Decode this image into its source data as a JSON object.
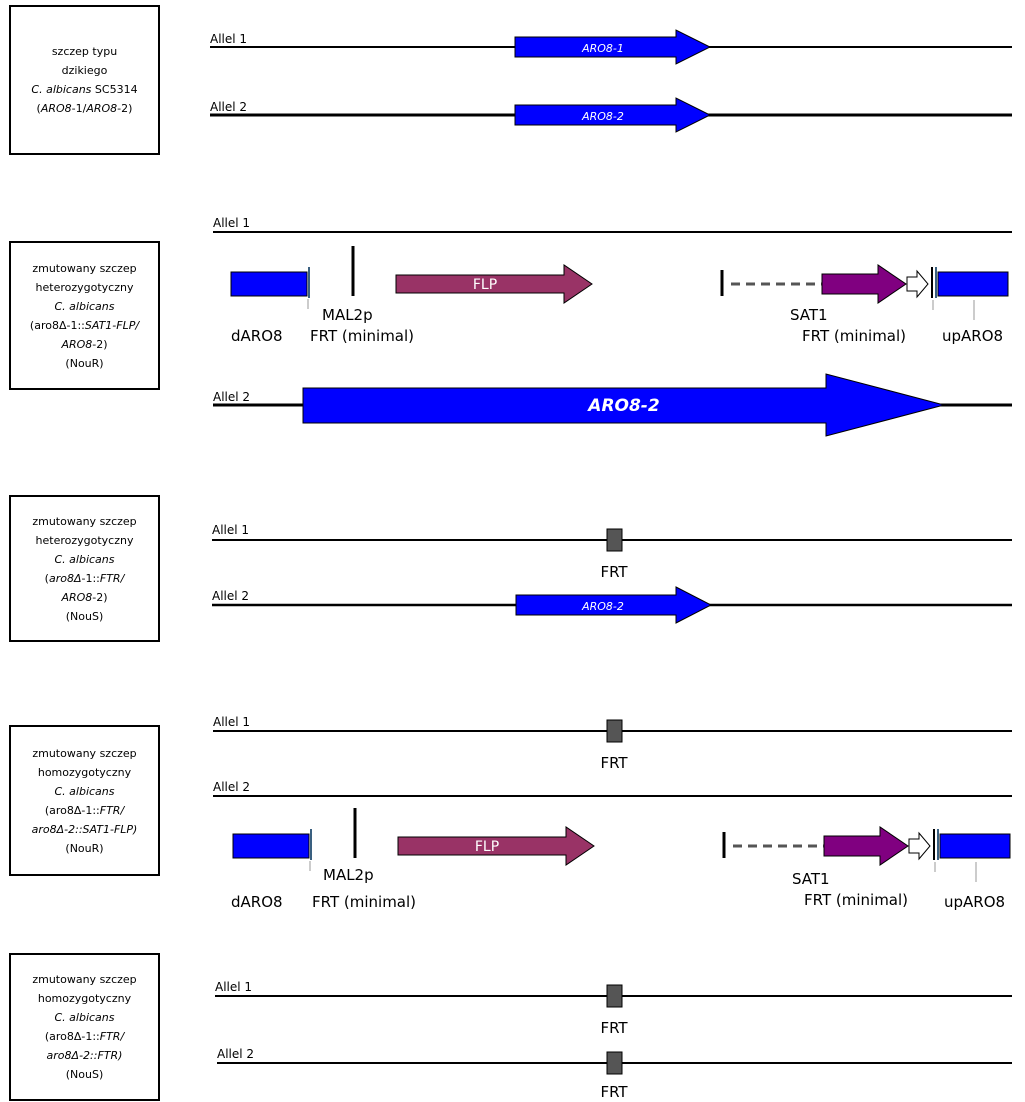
{
  "strains": [
    {
      "lines": [
        [
          {
            "t": "szczep typu",
            "i": false
          }
        ],
        [
          {
            "t": "dzikiego",
            "i": false
          }
        ],
        [
          {
            "t": "C. albicans",
            "i": true
          },
          {
            "t": " SC5314",
            "i": false
          }
        ],
        [
          {
            "t": "(",
            "i": false
          },
          {
            "t": "ARO8",
            "i": true
          },
          {
            "t": "-1/",
            "i": false
          },
          {
            "t": "ARO8",
            "i": true
          },
          {
            "t": "-2)",
            "i": false
          }
        ]
      ]
    },
    {
      "lines": [
        [
          {
            "t": "zmutowany szczep",
            "i": false
          }
        ],
        [
          {
            "t": "heterozygotyczny",
            "i": false
          }
        ],
        [
          {
            "t": "C. albicans",
            "i": true
          }
        ],
        [
          {
            "t": "(aro8Δ-1::",
            "i": false
          },
          {
            "t": "SAT1-FLP/",
            "i": true
          }
        ],
        [
          {
            "t": "ARO8",
            "i": true
          },
          {
            "t": "-2)",
            "i": false
          }
        ],
        [
          {
            "t": "(NouR)",
            "i": false
          }
        ]
      ]
    },
    {
      "lines": [
        [
          {
            "t": "zmutowany szczep",
            "i": false
          }
        ],
        [
          {
            "t": "heterozygotyczny",
            "i": false
          }
        ],
        [
          {
            "t": "C. albicans",
            "i": true
          }
        ],
        [
          {
            "t": "(",
            "i": false
          },
          {
            "t": "aro8Δ",
            "i": true
          },
          {
            "t": "-1::",
            "i": false
          },
          {
            "t": "FTR/",
            "i": true
          }
        ],
        [
          {
            "t": "ARO8",
            "i": true
          },
          {
            "t": "-2)",
            "i": false
          }
        ],
        [
          {
            "t": "(NouS)",
            "i": false
          }
        ]
      ]
    },
    {
      "lines": [
        [
          {
            "t": "zmutowany szczep",
            "i": false
          }
        ],
        [
          {
            "t": "homozygotyczny",
            "i": false
          }
        ],
        [
          {
            "t": "C. albicans",
            "i": true
          }
        ],
        [
          {
            "t": "(aro8Δ-1::",
            "i": false
          },
          {
            "t": "FTR/",
            "i": true
          }
        ],
        [
          {
            "t": "aro8Δ-2::SAT1-FLP)",
            "i": true
          }
        ],
        [
          {
            "t": "(NouR)",
            "i": false
          }
        ]
      ]
    },
    {
      "lines": [
        [
          {
            "t": "zmutowany szczep",
            "i": false
          }
        ],
        [
          {
            "t": "homozygotyczny",
            "i": false
          }
        ],
        [
          {
            "t": "C. albicans",
            "i": true
          }
        ],
        [
          {
            "t": "(aro8Δ-1::",
            "i": false
          },
          {
            "t": "FTR/",
            "i": true
          }
        ],
        [
          {
            "t": "aro8Δ-2::FTR)",
            "i": true
          }
        ],
        [
          {
            "t": "(NouS)",
            "i": false
          }
        ]
      ]
    }
  ],
  "labels": {
    "allel1": "Allel 1",
    "allel2": "Allel 2",
    "aro8_1": "ARO8-1",
    "aro8_2": "ARO8-2",
    "flp": "FLP",
    "mal2p": "MAL2p",
    "darO8": "dARO8",
    "frt_minimal": "FRT (minimal)",
    "sat1": "SAT1",
    "uparo8": "upARO8",
    "frt": "FRT"
  },
  "colors": {
    "gene_blue": "#0000FF",
    "flp_fill": "#993366",
    "sat1_fill": "#800080",
    "frt_fill": "#555555",
    "line": "#000000"
  }
}
